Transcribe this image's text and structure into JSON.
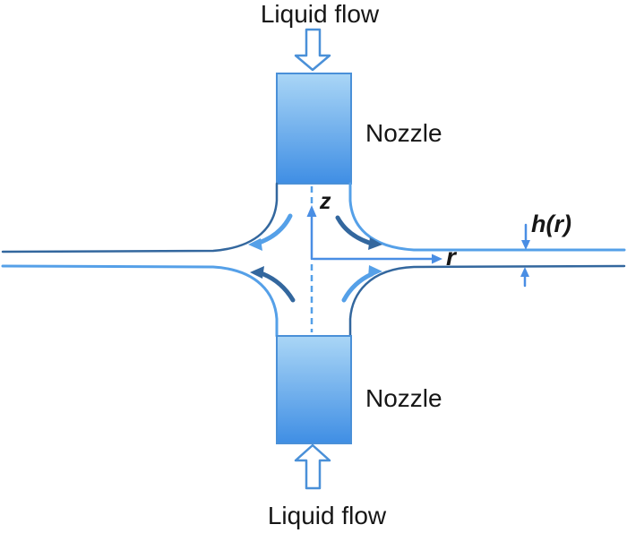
{
  "colors": {
    "light-blue": "#55a0e8",
    "dark-blue": "#33679e",
    "axis-blue": "#4a8ee4",
    "nozzle-border": "#4a90d8",
    "nozzle-fill-top": "#aad6f6",
    "nozzle-fill-bottom": "#3f8ee4",
    "text-color": "#161616",
    "background": "#ffffff"
  },
  "labels": {
    "liquid_flow_top": "Liquid flow",
    "nozzle_top": "Nozzle",
    "z_axis": "z",
    "r_axis": "r",
    "sheet_thickness": "h(r)",
    "nozzle_bottom": "Nozzle",
    "liquid_flow_bottom": "Liquid flow"
  }
}
